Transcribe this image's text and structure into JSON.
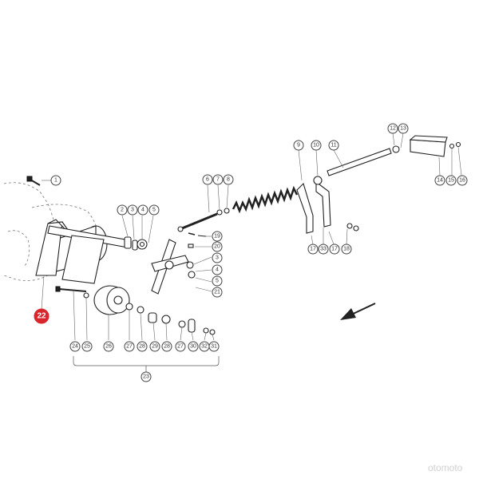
{
  "callouts": {
    "c1": "1",
    "c2": "2",
    "c3a": "3",
    "c4a": "4",
    "c5a": "5",
    "c6": "6",
    "c7": "7",
    "c8": "8",
    "c9": "9",
    "c10": "10",
    "c11": "11",
    "c12": "12",
    "c13": "13",
    "c14": "14",
    "c15": "15",
    "c16": "16",
    "c17a": "17",
    "c33": "33",
    "c17b": "17",
    "c18": "18",
    "c19": "19",
    "c20": "20",
    "c3b": "3",
    "c4b": "4",
    "c5b": "5",
    "c21": "21",
    "c22": "22",
    "c24": "24",
    "c25": "25",
    "c26": "26",
    "c27a": "27",
    "c28a": "28",
    "c29": "29",
    "c28b": "28",
    "c27b": "27",
    "c30": "30",
    "c32": "32",
    "c31": "31",
    "c23": "23"
  },
  "watermark": "otomoto",
  "colors": {
    "highlight": "#d9262c",
    "ink": "#222222"
  }
}
